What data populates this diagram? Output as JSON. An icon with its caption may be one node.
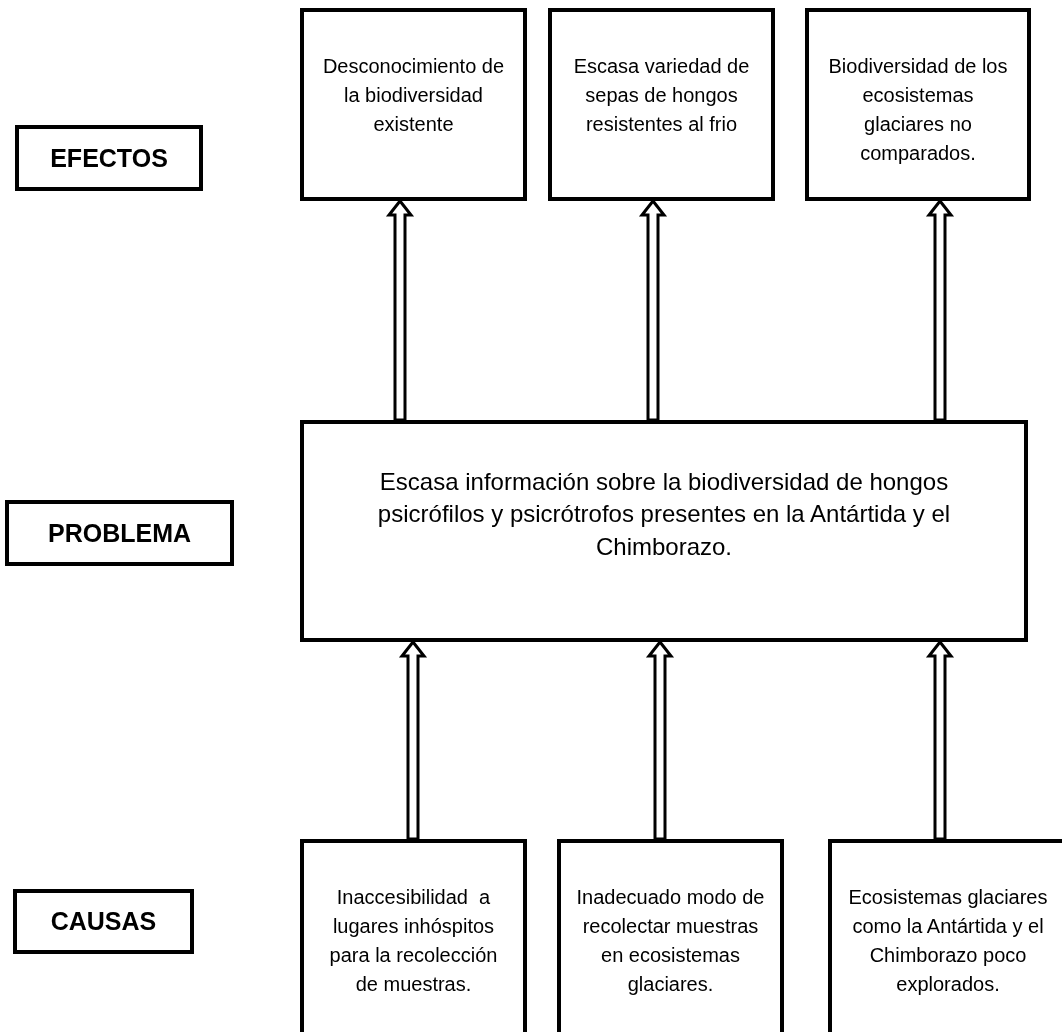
{
  "diagram": {
    "nodes": [
      {
        "text": [
          "EFECTOS"
        ]
      },
      {
        "text": [
          "Desconocimiento de la biodiversidad existente"
        ]
      },
      {
        "text": [
          "Escasa variedad de sepas de hongos resistentes al frio"
        ]
      },
      {
        "text": [
          "Biodiversidad de los ecosistemas glaciares no comparados."
        ]
      },
      {
        "text": [
          "PROBLEMA"
        ]
      },
      {
        "text": [
          "Escasa información sobre la biodiversidad de hongos psicrófilos y psicrótrofos presentes en la Antártida y el Chimborazo."
        ]
      },
      {
        "text": [
          "CAUSAS"
        ]
      },
      {
        "text": [
          "Inaccesibilidad  a lugares inhóspitos para la recolección de muestras."
        ]
      },
      {
        "text": [
          "Inadecuado modo de recolectar muestras en ecosistemas glaciares."
        ]
      },
      {
        "text": [
          "Ecosistemas glaciares como la Antártida y el Chimborazo poco explorados."
        ]
      }
    ],
    "edges": [
      {
        "from": 5,
        "to": 1,
        "arrow": "to"
      },
      {
        "from": 5,
        "to": 2,
        "arrow": "to"
      },
      {
        "from": 5,
        "to": 3,
        "arrow": "to"
      },
      {
        "from": 7,
        "to": 5,
        "arrow": "to"
      },
      {
        "from": 8,
        "to": 5,
        "arrow": "to"
      },
      {
        "from": 9,
        "to": 5,
        "arrow": "to"
      }
    ]
  }
}
